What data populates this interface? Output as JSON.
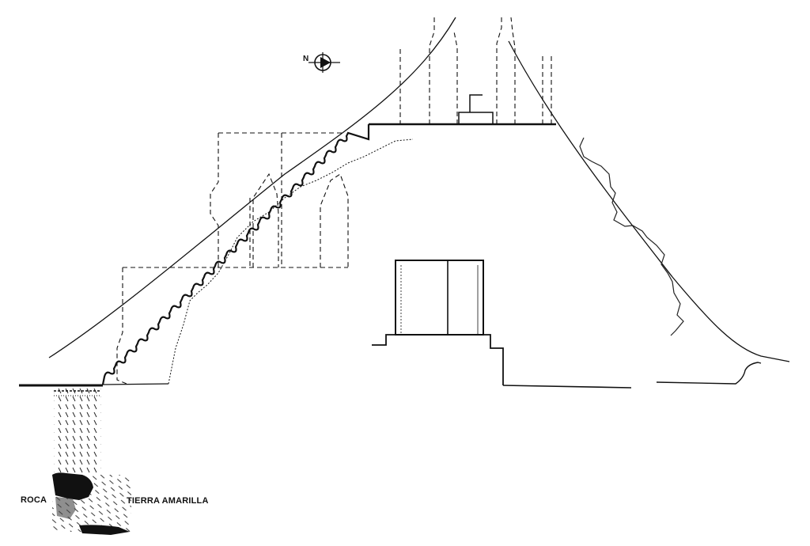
{
  "labels": {
    "north": "N",
    "roca": "ROCA",
    "tierra": "TIERRA AMARILLA"
  },
  "colors": {
    "ink": "#111111",
    "background": "#ffffff"
  },
  "icons": {
    "compass": "north-arrow-icon"
  }
}
